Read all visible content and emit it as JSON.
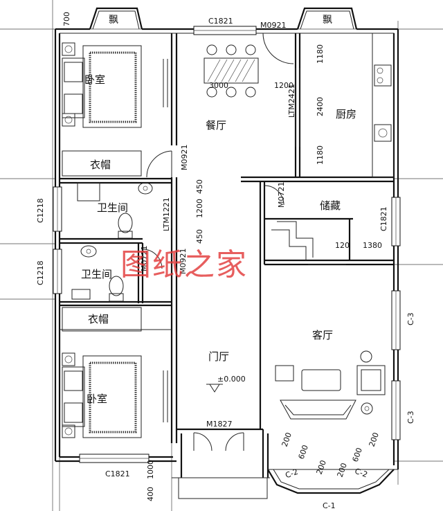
{
  "rooms": {
    "bedroom_top": "卧室",
    "closet_top": "衣帽",
    "dining": "餐厅",
    "kitchen": "厨房",
    "bath_1": "卫生间",
    "bath_2": "卫生间",
    "storage": "储藏",
    "closet_bottom": "衣帽",
    "foyer": "门厅",
    "living": "客厅",
    "bedroom_bottom": "卧室",
    "bay_left": "飘",
    "bay_right": "飘"
  },
  "labels": {
    "elevation": "±0.000",
    "window_c1821_top": "C1821",
    "door_m0921_top": "M0921",
    "door_m0921_left": "M0921",
    "window_c1218_1": "C1218",
    "window_c1218_2": "C1218",
    "door_ltm1221": "LTM1221",
    "door_ltm2421": "LTM2421",
    "door_m0721": "M0721",
    "door_m0721_bath": "M0721",
    "door_m0921_foyer": "M0921",
    "window_c1821_right": "C1821",
    "window_c1821_bottom": "C1821",
    "door_m1827": "M1827",
    "window_c3_1": "C-3",
    "window_c3_2": "C-3",
    "window_c2_1": "C-2",
    "window_c2_2": "C-2",
    "window_c1": "C-1"
  },
  "dimensions": {
    "d700": "700",
    "d3000": "3000",
    "d1200_dining": "1200",
    "d1180_a": "1180",
    "d2400": "2400",
    "d1180_b": "1180",
    "d450_a": "450",
    "d1200_hall": "1200",
    "d450_b": "450",
    "d120": "120",
    "d1380": "1380",
    "d1000": "1000",
    "d400": "400",
    "bay_l_200a": "200",
    "bay_l_600": "600",
    "bay_l_200b": "200",
    "bay_r_200a": "200",
    "bay_r_600": "600",
    "bay_r_200b": "200"
  },
  "watermark": "图纸之家",
  "colors": {
    "line": "#111111",
    "watermark": "#e23b3b",
    "background": "#ffffff"
  }
}
